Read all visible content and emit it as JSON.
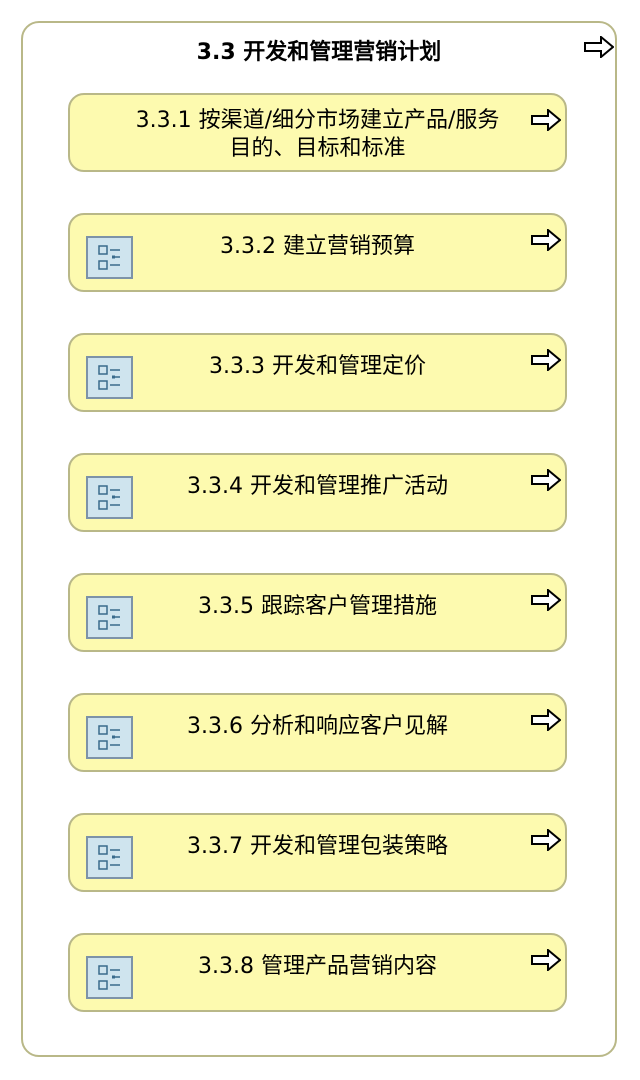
{
  "container": {
    "title": "3.3 开发和管理营销计划"
  },
  "cards": [
    {
      "label_line1": "3.3.1 按渠道/细分市场建立产品/服务",
      "label_line2": "目的、目标和标准",
      "has_icon": false
    },
    {
      "label": "3.3.2 建立营销预算",
      "has_icon": true
    },
    {
      "label": "3.3.3 开发和管理定价",
      "has_icon": true
    },
    {
      "label": "3.3.4 开发和管理推广活动",
      "has_icon": true
    },
    {
      "label": "3.3.5 跟踪客户管理措施",
      "has_icon": true
    },
    {
      "label": "3.3.6 分析和响应客户见解",
      "has_icon": true
    },
    {
      "label": "3.3.7 开发和管理包装策略",
      "has_icon": true
    },
    {
      "label": "3.3.8 管理产品营销内容",
      "has_icon": true
    }
  ],
  "icons": {
    "arrow": "right-arrow-icon",
    "task": "task-list-icon"
  },
  "colors": {
    "card_fill": "#fdfaaf",
    "card_border": "#b9b888",
    "icon_fill": "#cfe4ee",
    "icon_border": "#7d93a8"
  }
}
